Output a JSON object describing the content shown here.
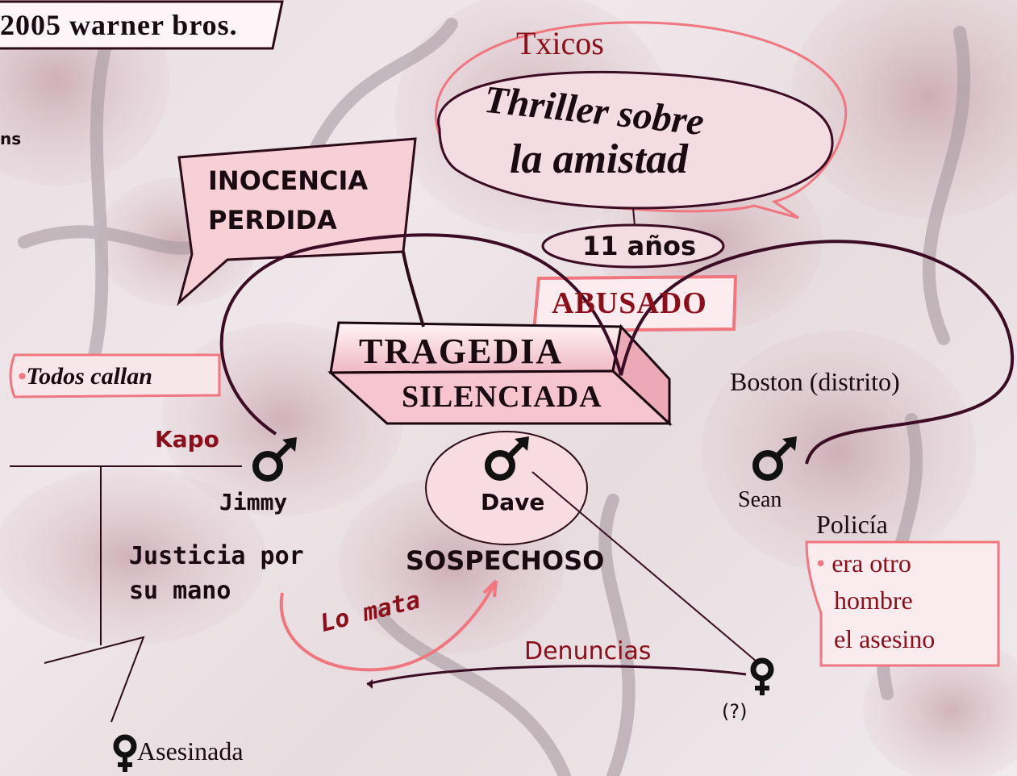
{
  "colors": {
    "accent_pink": "#f0767f",
    "dark_line": "#3b0c24",
    "dark_red_text": "#8b0f1a",
    "tragedia_fill": "#f6c9d2"
  },
  "header": {
    "copyright": "2005 warner bros."
  },
  "left_fragment": {
    "text": "ns"
  },
  "top_bubble": {
    "label": "Txicos",
    "title_line1": "Thriller sobre",
    "title_line2": "la amistad"
  },
  "tags": {
    "inocencia_line1": "INOCENCIA",
    "inocencia_line2": "PERDIDA",
    "edad": "11 años",
    "abusado": "ABUSADO",
    "tragedia": "TRAGEDIA",
    "silenciada": "SILENCIADA",
    "todos_callan": "Todos callan",
    "boston": "Boston (distrito)"
  },
  "characters": {
    "jimmy": {
      "name": "Jimmy",
      "role": "Kapo",
      "note_line1": "Justicia por",
      "note_line2": "su mano",
      "icon": "male-symbol-icon"
    },
    "dave": {
      "name": "Dave",
      "status": "SOSPECHOSO",
      "icon": "male-symbol-icon"
    },
    "sean": {
      "name": "Sean",
      "role": "Policía",
      "note_line1": "era otro",
      "note_line2": "hombre",
      "note_line3": "el asesino",
      "icon": "male-symbol-icon"
    },
    "unknown_woman": {
      "name": "(?)",
      "icon": "female-symbol-icon"
    },
    "victim": {
      "name": "Asesinada",
      "icon": "female-symbol-icon"
    }
  },
  "relations": {
    "lo_mata": "Lo mata",
    "denuncias": "Denuncias"
  }
}
